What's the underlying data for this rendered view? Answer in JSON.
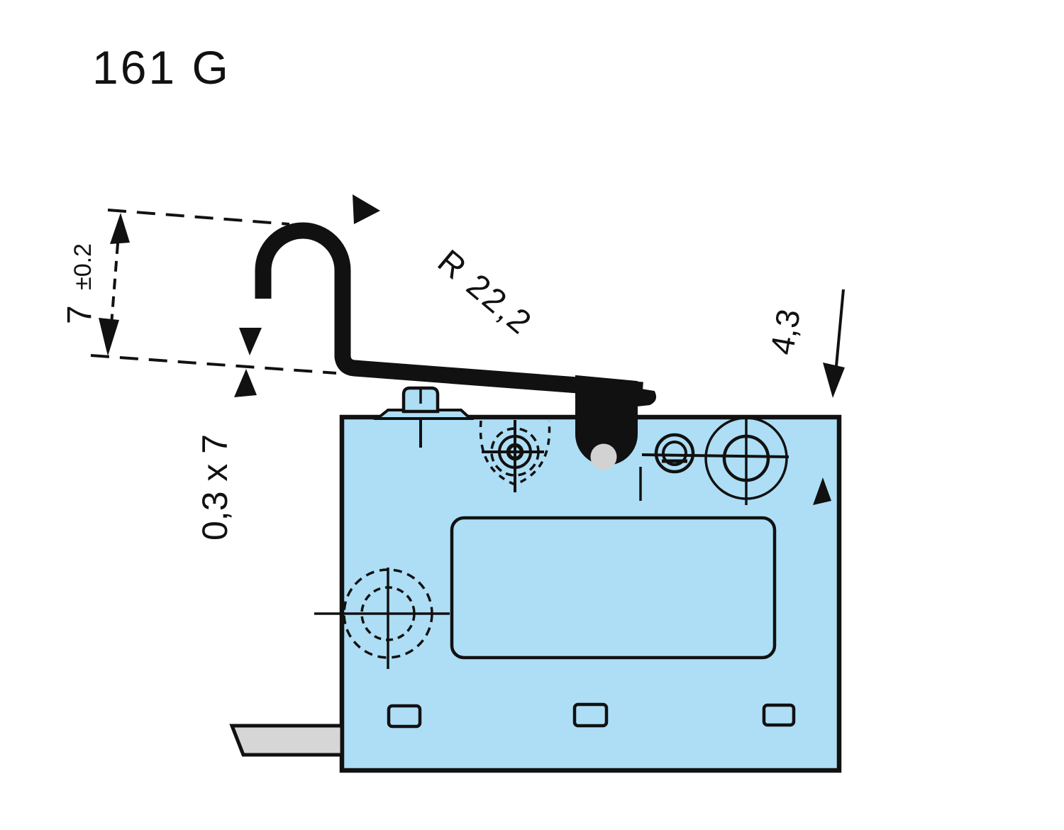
{
  "title": "161 G",
  "drawing": {
    "dimensions": {
      "lever_height_value": "7",
      "lever_height_tolerance": "±0.2",
      "blade_section": "0,3 x 7",
      "lever_radius": "R 22,2",
      "travel": "4,3"
    },
    "colors": {
      "body_fill": "#addef5",
      "outline": "#111111",
      "terminal_tab_fill": "#d6d6d6",
      "roller_fill": "#d2d2d2",
      "background": "#ffffff"
    }
  }
}
